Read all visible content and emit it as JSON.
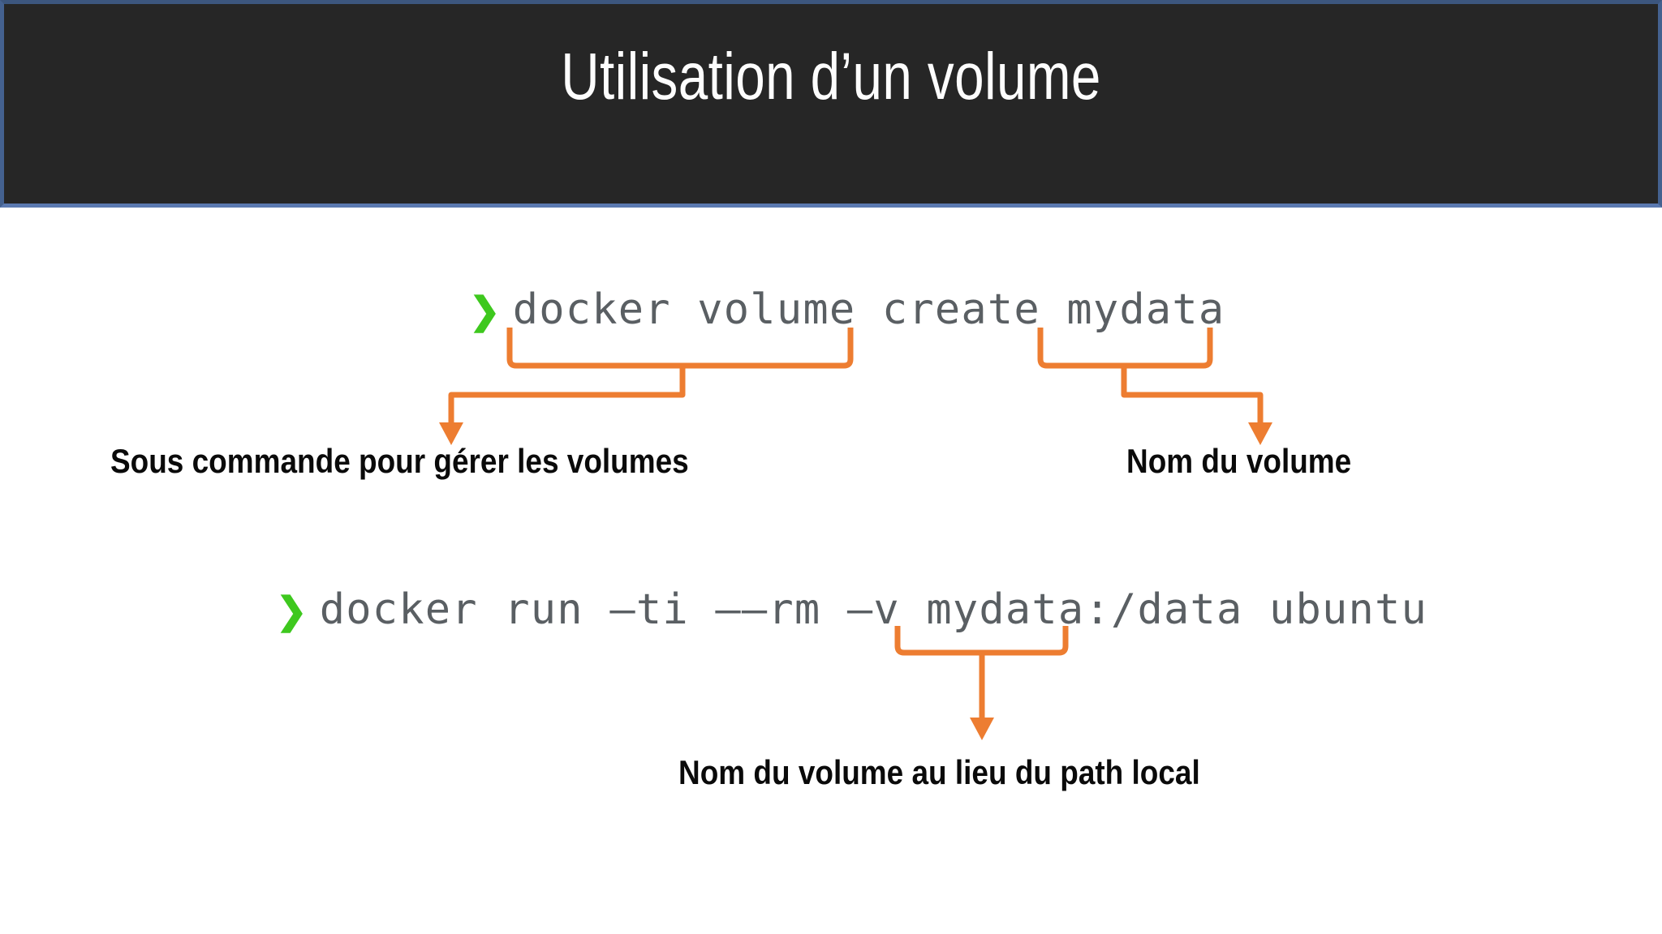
{
  "slide": {
    "title": "Utilisation d’un volume",
    "background_color": "#ffffff",
    "title_band_color": "#262626",
    "title_text_color": "#fdfdfd",
    "border_color": "#44618f",
    "accent_orange": "#ED7D31",
    "prompt_green": "#3ec81e",
    "code_gray": "#5a5f63"
  },
  "commands": [
    {
      "prompt": "❯",
      "text": "docker volume create mydata",
      "parts": {
        "sub_command": "volume",
        "action": "create",
        "volume_name": "mydata"
      }
    },
    {
      "prompt": "❯",
      "text": "docker run –ti ––rm –v mydata:/data ubuntu",
      "parts": {
        "flags": "–ti ––rm –v",
        "mount": "mydata:/data",
        "image": "ubuntu"
      }
    }
  ],
  "captions": [
    {
      "id": "sub-command",
      "text": "Sous commande pour gérer les volumes"
    },
    {
      "id": "volume-name",
      "text": "Nom du volume"
    },
    {
      "id": "mount-source",
      "text": "Nom du volume au lieu du path local"
    }
  ]
}
